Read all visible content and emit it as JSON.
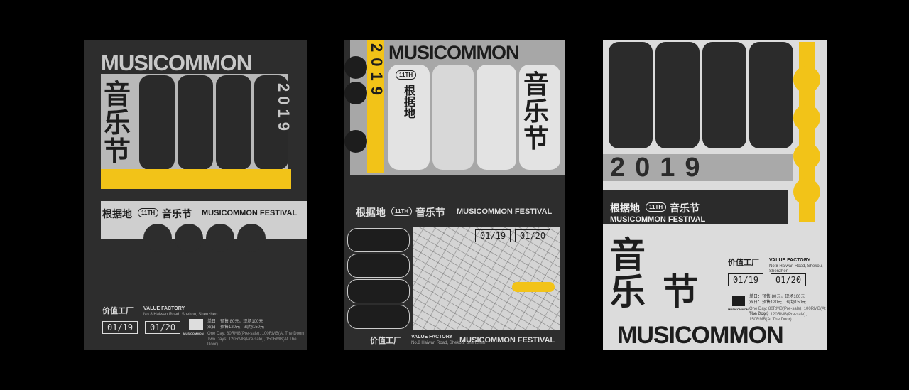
{
  "colors": {
    "background": "#000000",
    "poster_dark": "#2d2d2d",
    "poster_light": "#dcdcdc",
    "accent_yellow": "#f2c318",
    "silver": "#b9b9b9",
    "ink": "#1d1d1d"
  },
  "brand": {
    "wordmark": "MUSICOMMON",
    "year": "2019",
    "edition": "11TH",
    "venue_cn": "根据地",
    "festival_cn": "音乐节",
    "festival_cn_chars": [
      "音",
      "乐",
      "节"
    ],
    "festival_en": "MUSICOMMON FESTIVAL",
    "logo_label": "MUSICOMMON"
  },
  "venue": {
    "name_cn": "价值工厂",
    "name_en": "VALUE FACTORY",
    "address": "No.8 Haiwan Road, Shekou, Shenzhen"
  },
  "dates": {
    "day1": "01/19",
    "day2": "01/20"
  },
  "tickets": {
    "single": "单日：预售 80元，现场100元",
    "double": "双日：预售120元，现场150元",
    "one_day": "One Day: 80RMB(Pre-sale), 100RMB(At The Door)",
    "two_day": "Two Days: 120RMB(Pre-sale), 150RMB(At The Door)"
  }
}
